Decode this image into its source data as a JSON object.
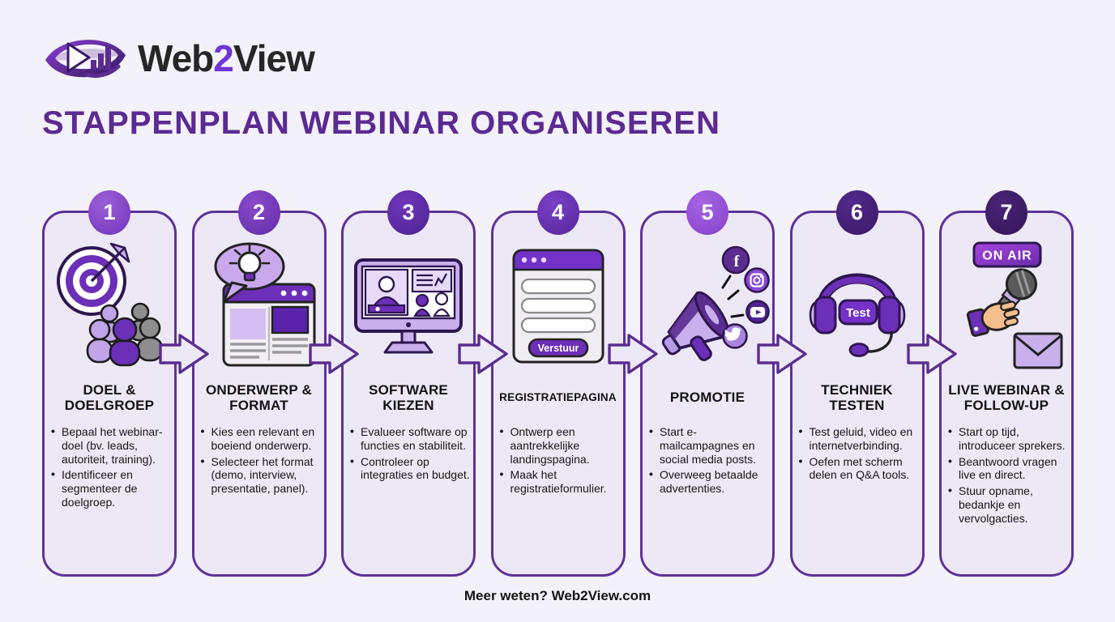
{
  "brand": {
    "logo_icon": "web2view-eye-play-chart-logo",
    "logo_parts": {
      "web": "Web",
      "two": "2",
      "view": "View"
    }
  },
  "title": "STAPPENPLAN WEBINAR ORGANISEREN",
  "footer": {
    "text": "Meer weten? Web2View.com"
  },
  "colors": {
    "page_bg": "#F3F1F9",
    "card_bg": "#EDE8F5",
    "card_border": "#5F3299",
    "title_purple": "#5B2A92",
    "accent_purple": "#6B2FB3",
    "light_purple": "#C9B0EC",
    "dark_outline": "#2E1650",
    "text_black": "#161616"
  },
  "steps": [
    {
      "number": "1",
      "icon": "target-audience-icon",
      "circle_from": "#9A5FD6",
      "circle_to": "#7B3EC2",
      "title": "DOEL & DOELGROEP",
      "bullets": [
        "Bepaal het webinar-doel (bv. leads, autoriteit, training).",
        "Identificeer en segmenteer de doelgroep."
      ]
    },
    {
      "number": "2",
      "icon": "topic-format-icon",
      "circle_from": "#8A4CCB",
      "circle_to": "#6A32B0",
      "title": "ONDERWERP & FORMAT",
      "bullets": [
        "Kies een relevant en boeiend onderwerp.",
        "Selecteer het format (demo, interview, presentatie, panel)."
      ]
    },
    {
      "number": "3",
      "icon": "software-monitor-icon",
      "circle_from": "#6F37B9",
      "circle_to": "#54279B",
      "title": "SOFTWARE KIEZEN",
      "bullets": [
        "Evalueer software op functies en stabiliteit.",
        "Controleer op integraties en budget."
      ]
    },
    {
      "number": "4",
      "icon": "registration-form-icon",
      "circle_from": "#7B40C4",
      "circle_to": "#5E2CA6",
      "title": "REGISTRATIEPAGINA",
      "icon_label": "Verstuur",
      "bullets": [
        "Ontwerp een aantrekkelijke landingspagina.",
        "Maak het registratieformulier."
      ]
    },
    {
      "number": "5",
      "icon": "promotion-megaphone-icon",
      "circle_from": "#A765E2",
      "circle_to": "#8C48D0",
      "title": "PROMOTIE",
      "bullets": [
        "Start e-mailcampagnes en social media posts.",
        "Overweeg betaalde advertenties."
      ]
    },
    {
      "number": "6",
      "icon": "headset-test-icon",
      "circle_from": "#53288C",
      "circle_to": "#3F1D6E",
      "title": "TECHNIEK TESTEN",
      "icon_label": "Test",
      "bullets": [
        "Test geluid, video en internetverbinding.",
        "Oefen met scherm delen en Q&A tools."
      ]
    },
    {
      "number": "7",
      "icon": "live-webinar-icon",
      "circle_from": "#4A2378",
      "circle_to": "#381A5F",
      "title": "LIVE WEBINAR & FOLLOW-UP",
      "icon_label": "ON AIR",
      "bullets": [
        "Start op tijd, introduceer sprekers.",
        "Beantwoord vragen live en direct.",
        "Stuur opname, bedankje en vervolgacties."
      ]
    }
  ]
}
